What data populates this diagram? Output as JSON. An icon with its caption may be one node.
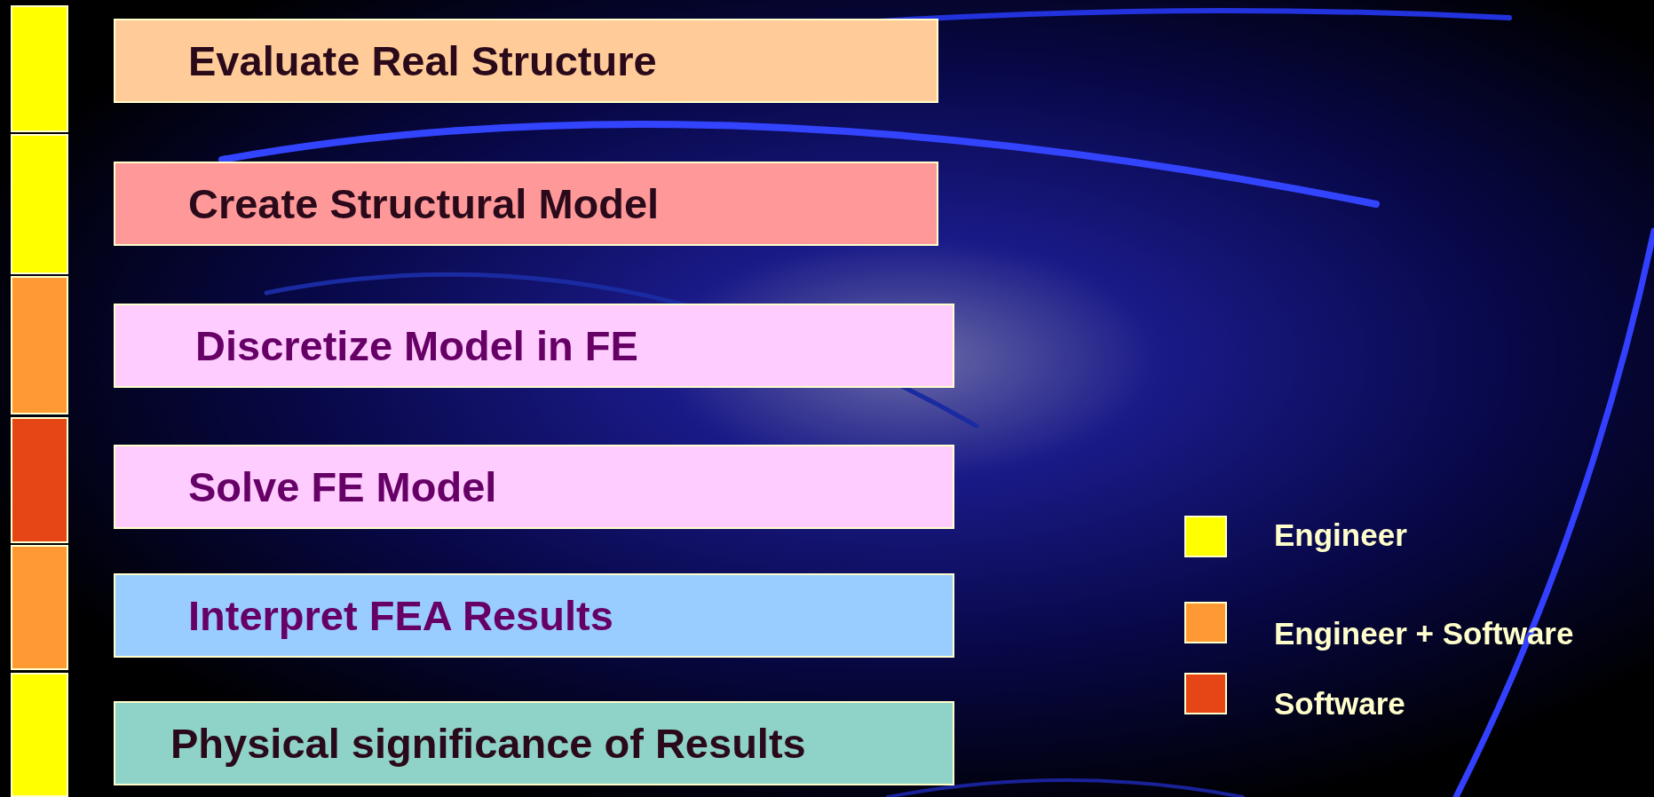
{
  "diagram": {
    "nodes": [
      {
        "text": [
          "Evaluate Real Structure"
        ]
      },
      {
        "text": [
          "Create Structural Model"
        ]
      },
      {
        "text": [
          "Discretize Model in FE"
        ]
      },
      {
        "text": [
          "Solve FE Model"
        ]
      },
      {
        "text": [
          "Interpret FEA Results"
        ]
      },
      {
        "text": [
          "Physical significance of Results"
        ]
      },
      {
        "text": [],
        "shape": "bar"
      },
      {
        "text": [],
        "shape": "bar"
      },
      {
        "text": [],
        "shape": "bar"
      },
      {
        "text": [],
        "shape": "bar"
      },
      {
        "text": [],
        "shape": "bar"
      },
      {
        "text": [],
        "shape": "bar"
      }
    ],
    "legend": [
      {
        "text": "Engineer",
        "color": "#ffff00"
      },
      {
        "text": "Engineer + Software",
        "color": "#ff9933"
      },
      {
        "text": "Software",
        "color": "#e64516"
      }
    ]
  }
}
